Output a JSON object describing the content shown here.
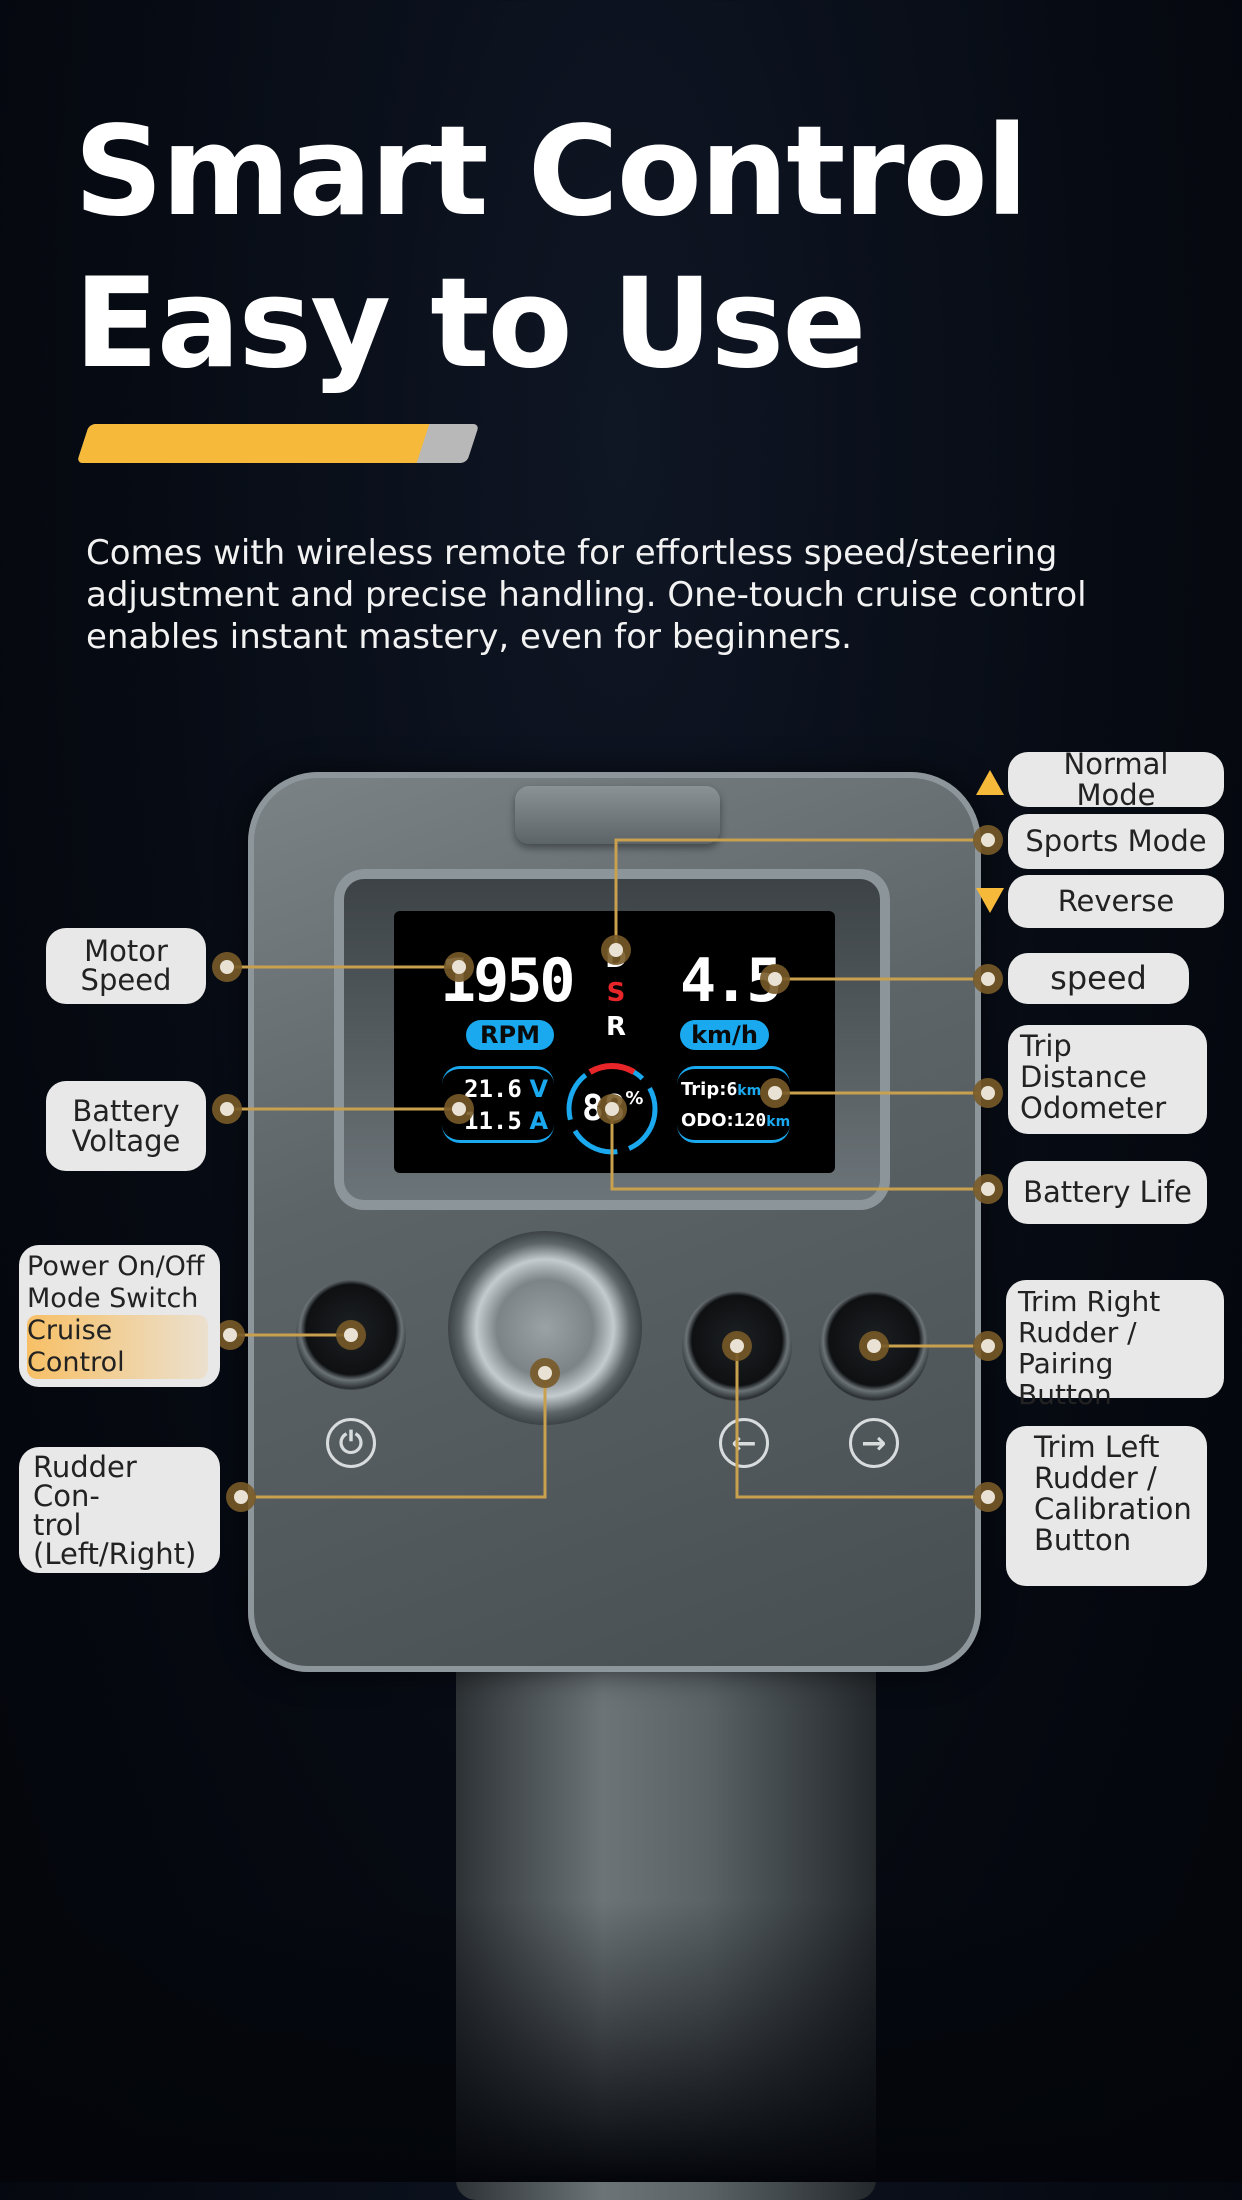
{
  "headline": {
    "line1": "Smart Control",
    "line2": "Easy to Use"
  },
  "description": "Comes with wireless remote for effortless speed/steering adjustment and precise handling. One-touch cruise control enables instant mastery, even for beginners.",
  "colors": {
    "accent": "#f7b93a",
    "lcd_blue": "#1aa8ee",
    "lcd_red": "#e8262a",
    "connector": "#c9a04e"
  },
  "display": {
    "rpm_value": "1950",
    "rpm_unit": "RPM",
    "gear_d": "D",
    "gear_s": "S",
    "gear_r": "R",
    "speed_value": "4.5",
    "speed_unit": "km/h",
    "voltage": "21.6",
    "voltage_unit": "V",
    "current": "11.5",
    "current_unit": "A",
    "battery_percent": "88",
    "percent_sign": "%",
    "trip_label": "Trip:",
    "trip_value": "6",
    "trip_unit": "km",
    "odo_label": "ODO:",
    "odo_value": "120",
    "odo_unit": "km"
  },
  "labels": {
    "normal_mode": "Normal Mode",
    "sports_mode": "Sports Mode",
    "reverse": "Reverse",
    "speed": "speed",
    "trip_odometer": [
      "Trip Distance",
      "Odometer"
    ],
    "battery_life": "Battery Life",
    "trim_right": [
      "Trim Right",
      "Rudder /",
      "Pairing Button"
    ],
    "trim_left": [
      "Trim Left",
      "Rudder /",
      "Calibration",
      "Button"
    ],
    "motor_speed": [
      "Motor",
      "Speed"
    ],
    "battery_voltage": [
      "Battery",
      "Voltage"
    ],
    "power": [
      "Power On/Off",
      "Mode Switch",
      "Cruise Control"
    ],
    "rudder": [
      "Rudder Con-",
      "trol",
      "(Left/Right)"
    ]
  },
  "icons": {
    "power": "power-icon",
    "left": "arrow-left-icon",
    "right": "arrow-right-icon",
    "up": "triangle-up-icon",
    "down": "triangle-down-icon"
  }
}
